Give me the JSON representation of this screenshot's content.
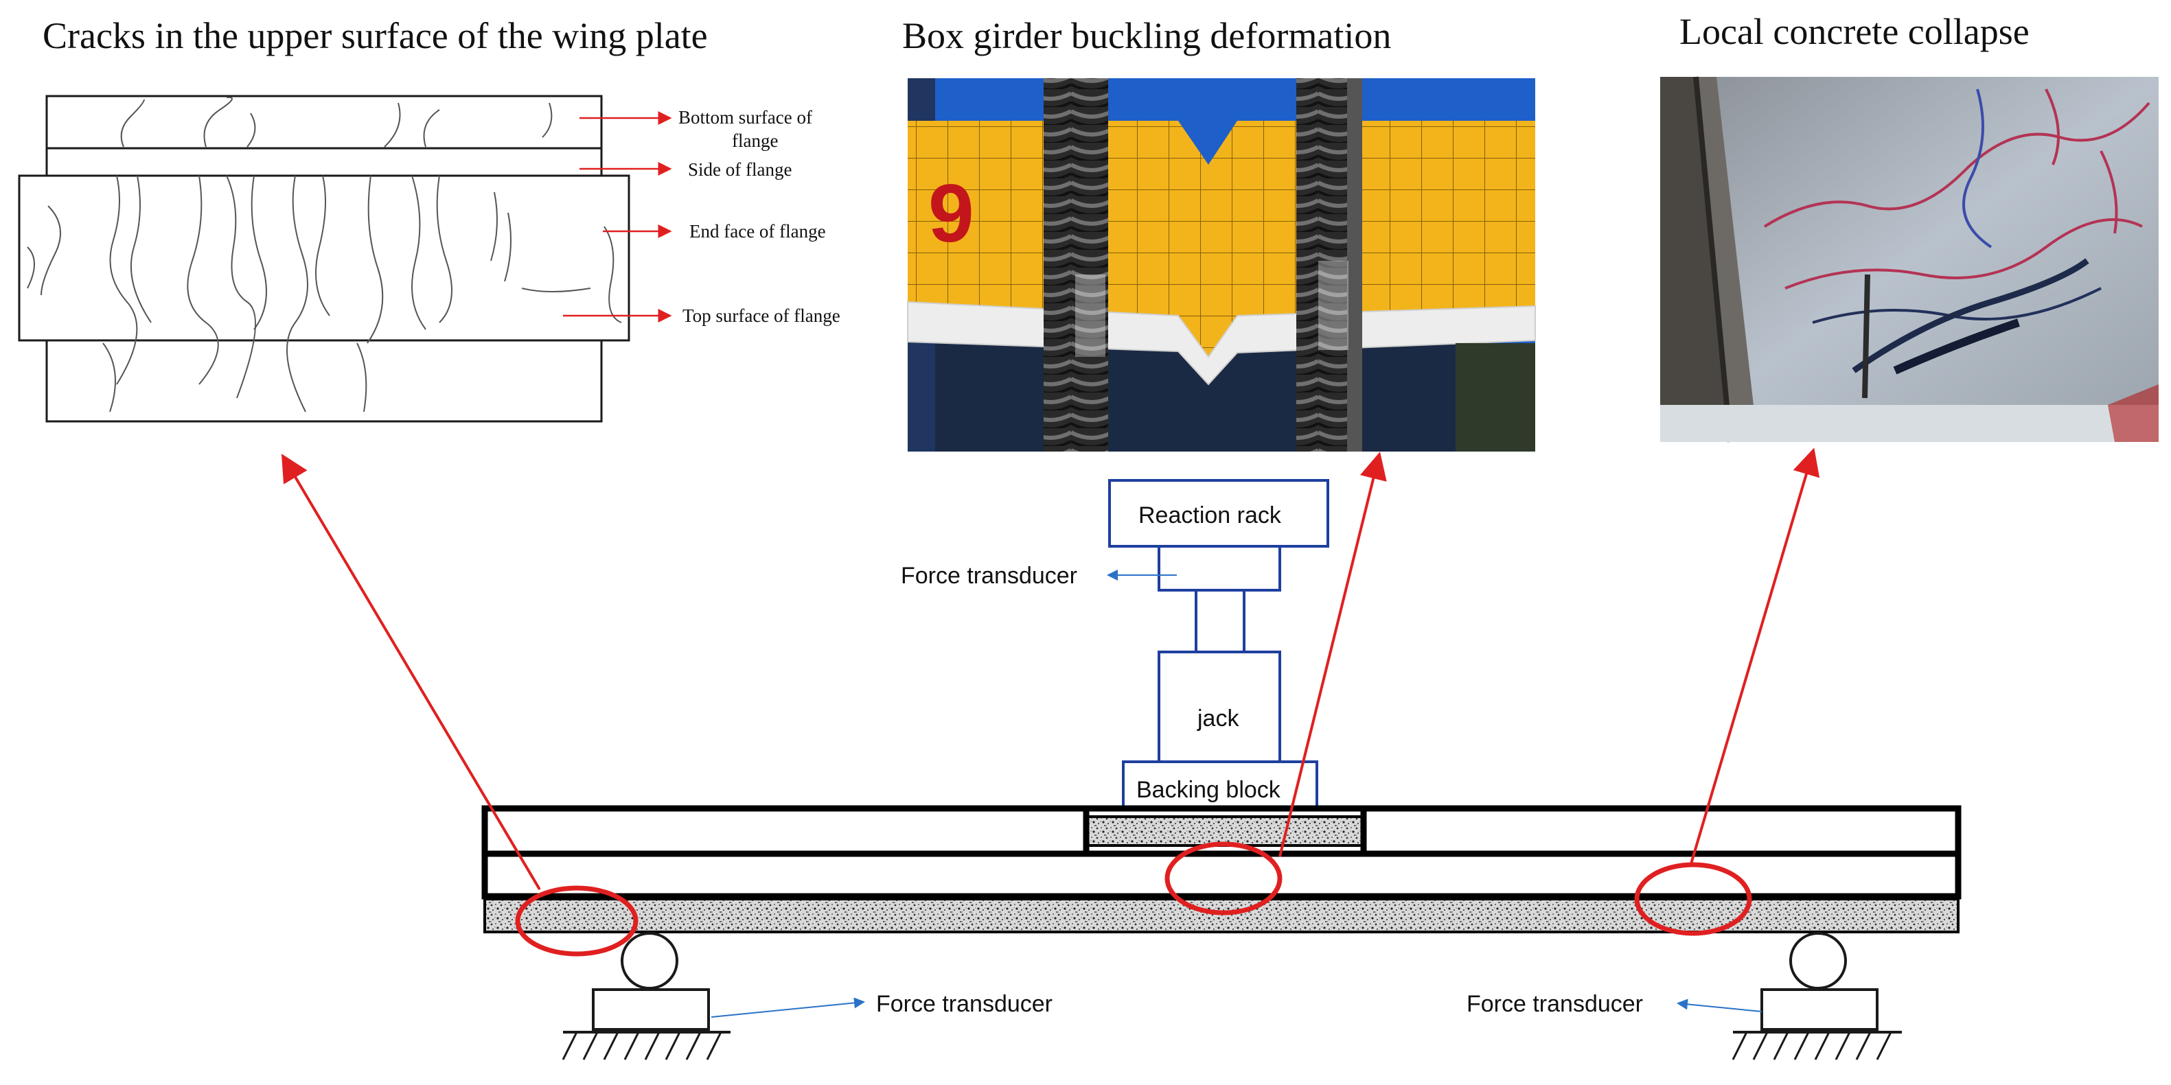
{
  "titles": {
    "cracks": "Cracks in the upper surface of the wing plate",
    "buckling": "Box girder buckling deformation",
    "collapse": "Local concrete collapse"
  },
  "flange_labels": {
    "bottom_line1": "Bottom surface of",
    "bottom_line2": "flange",
    "side": "Side of flange",
    "end": "End face of flange",
    "top": "Top surface of flange"
  },
  "panel_1_digit": "9",
  "setup_labels": {
    "reaction_rack": "Reaction rack",
    "force_transducer": "Force transducer",
    "jack": "jack",
    "backing_block": "Backing block"
  },
  "colors": {
    "annotation_arrow": "#e02020",
    "leader_arrow": "#2a72c8",
    "outline": "#1a1a1a",
    "panel_yellow": "#f3b41b",
    "panel_blue": "#1f5fc9",
    "slab_concrete": "#c9c9c9"
  }
}
